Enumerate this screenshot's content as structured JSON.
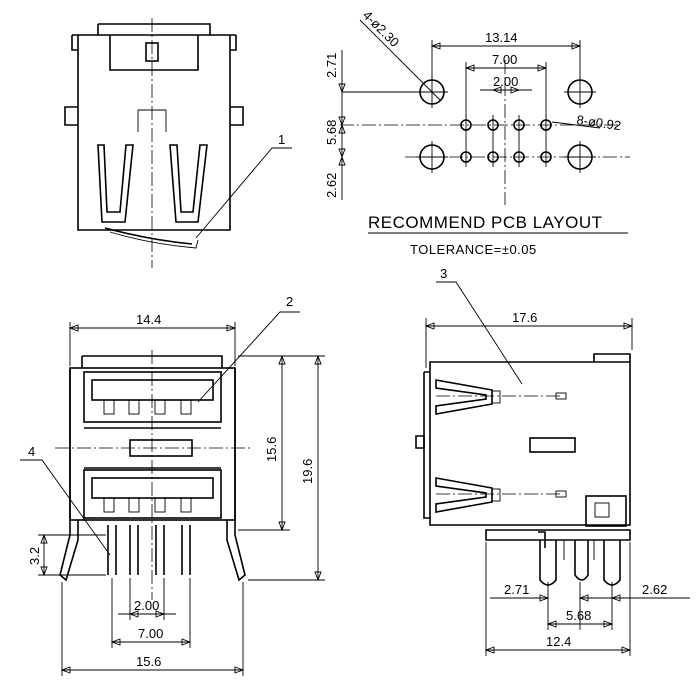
{
  "title": "RECOMMEND PCB LAYOUT",
  "tolerance": "TOLERANCE=±0.05",
  "callouts": {
    "c1": "1",
    "c2": "2",
    "c3": "3",
    "c4": "4"
  },
  "pcb_dims": {
    "d13_14": "13.14",
    "d7_00": "7.00",
    "d2_00": "2.00",
    "d2_71": "2.71",
    "d5_68": "5.68",
    "d2_62": "2.62",
    "holes_large": "4-ø2.30",
    "holes_small": "8-ø0.92"
  },
  "front_dims": {
    "d14_4": "14.4",
    "d15_6_h": "15.6",
    "d19_6": "19.6",
    "d3_2": "3.2",
    "d2_00": "2.00",
    "d7_00": "7.00",
    "d15_6_w": "15.6"
  },
  "side_dims": {
    "d17_6": "17.6",
    "d2_71": "2.71",
    "d5_68": "5.68",
    "d2_62": "2.62",
    "d12_4": "12.4"
  }
}
